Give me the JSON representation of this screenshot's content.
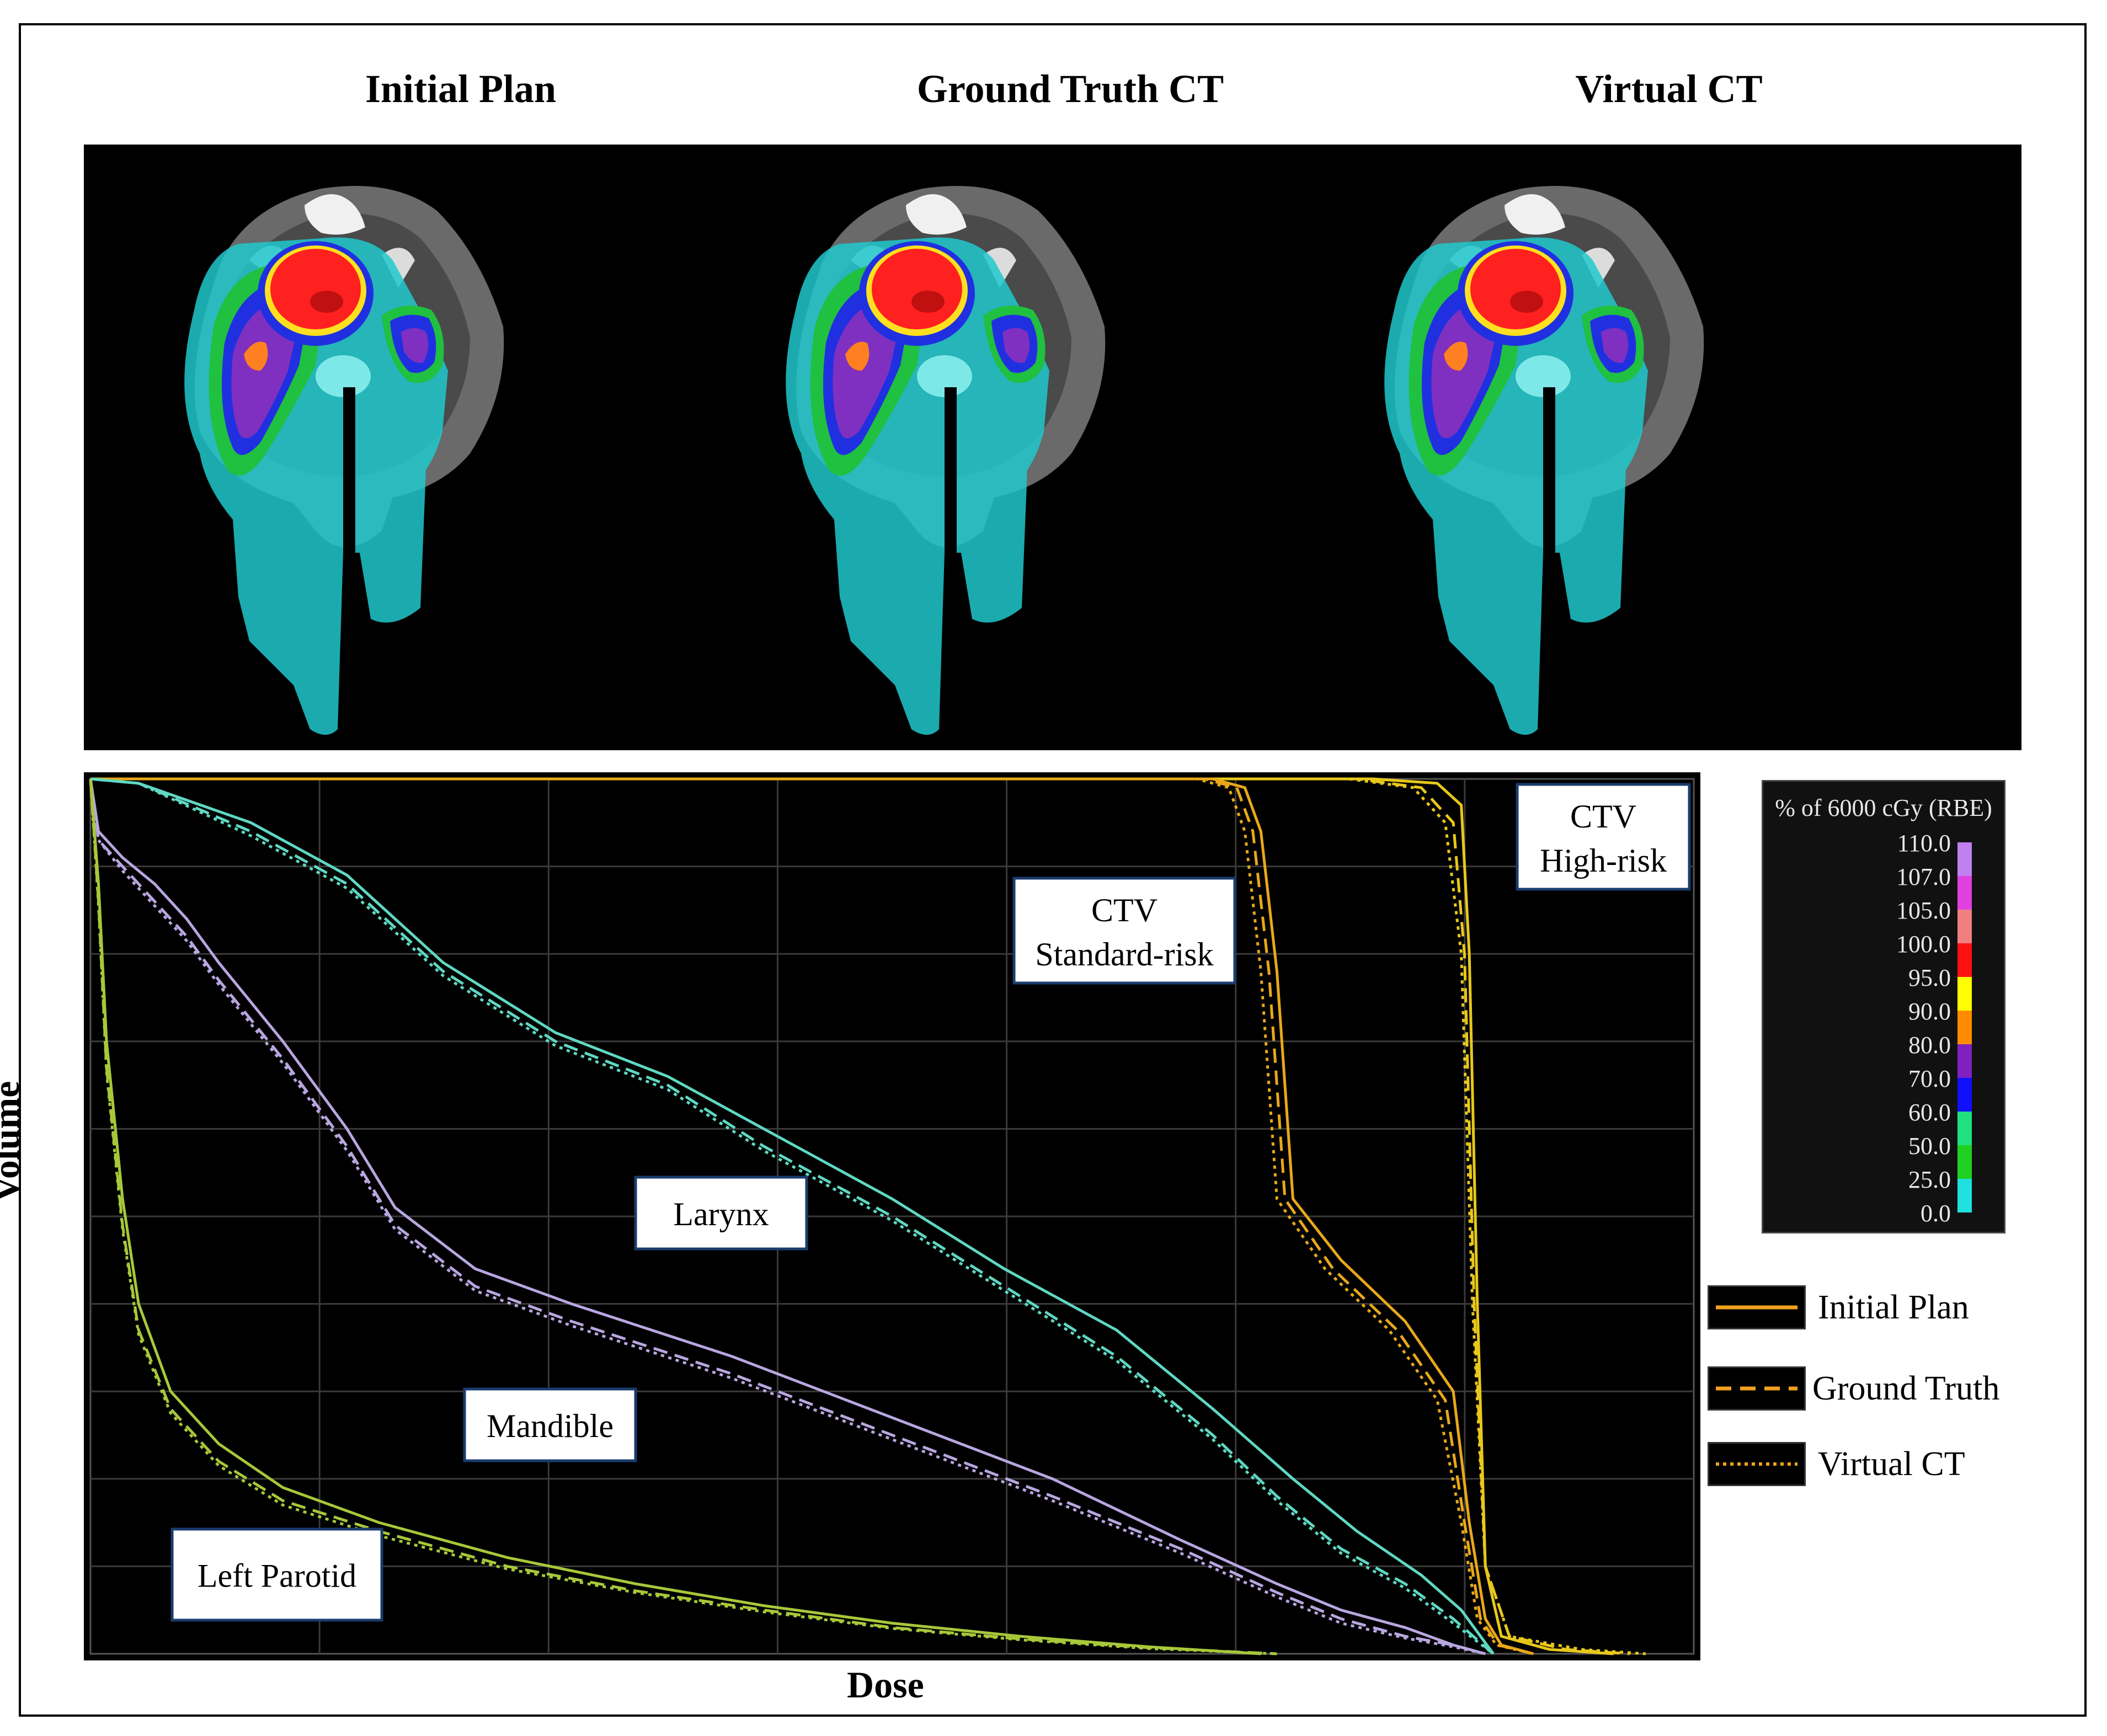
{
  "panels": [
    {
      "title": "Initial Plan"
    },
    {
      "title": "Ground Truth CT"
    },
    {
      "title": "Virtual CT"
    }
  ],
  "chart_data": {
    "type": "line",
    "xlabel": "Dose",
    "ylabel": "Volume",
    "xlim": [
      0,
      1
    ],
    "ylim": [
      0,
      1
    ],
    "grid": true,
    "structures": [
      {
        "label": "CTV High-risk",
        "color": "#e8c81a"
      },
      {
        "label": "CTV Standard-risk",
        "color": "#e8a81a"
      },
      {
        "label": "Larynx",
        "color": "#5fd8c2"
      },
      {
        "label": "Mandible",
        "color": "#b8a6e0"
      },
      {
        "label": "Left Parotid",
        "color": "#a8c83a"
      }
    ],
    "series": [
      {
        "name": "Initial Plan",
        "structure": "CTV High-risk",
        "style": "solid",
        "x": [
          0,
          0.8,
          0.84,
          0.855,
          0.86,
          0.865,
          0.87,
          0.88,
          0.91,
          0.95
        ],
        "y": [
          1,
          1,
          0.995,
          0.97,
          0.8,
          0.4,
          0.1,
          0.02,
          0.005,
          0
        ]
      },
      {
        "name": "Ground Truth",
        "structure": "CTV High-risk",
        "style": "dashed",
        "x": [
          0,
          0.79,
          0.83,
          0.85,
          0.857,
          0.863,
          0.87,
          0.885,
          0.92,
          0.96
        ],
        "y": [
          1,
          1,
          0.99,
          0.95,
          0.8,
          0.4,
          0.1,
          0.02,
          0.005,
          0
        ]
      },
      {
        "name": "Virtual CT",
        "structure": "CTV High-risk",
        "style": "dotted",
        "x": [
          0,
          0.785,
          0.825,
          0.845,
          0.855,
          0.862,
          0.87,
          0.885,
          0.93,
          0.97
        ],
        "y": [
          1,
          1,
          0.99,
          0.95,
          0.8,
          0.4,
          0.1,
          0.02,
          0.005,
          0
        ]
      },
      {
        "name": "Initial Plan",
        "structure": "CTV Standard-risk",
        "style": "solid",
        "x": [
          0,
          0.7,
          0.72,
          0.73,
          0.74,
          0.75,
          0.78,
          0.82,
          0.85,
          0.86,
          0.87,
          0.88,
          0.9
        ],
        "y": [
          1,
          1,
          0.99,
          0.94,
          0.78,
          0.52,
          0.45,
          0.38,
          0.3,
          0.15,
          0.04,
          0.01,
          0
        ]
      },
      {
        "name": "Ground Truth",
        "structure": "CTV Standard-risk",
        "style": "dashed",
        "x": [
          0,
          0.695,
          0.715,
          0.725,
          0.735,
          0.745,
          0.775,
          0.815,
          0.845,
          0.857,
          0.867,
          0.878,
          0.9
        ],
        "y": [
          1,
          1,
          0.99,
          0.94,
          0.78,
          0.52,
          0.44,
          0.37,
          0.29,
          0.15,
          0.04,
          0.01,
          0
        ]
      },
      {
        "name": "Virtual CT",
        "structure": "CTV Standard-risk",
        "style": "dotted",
        "x": [
          0,
          0.69,
          0.71,
          0.72,
          0.73,
          0.74,
          0.77,
          0.81,
          0.84,
          0.855,
          0.865,
          0.877,
          0.9
        ],
        "y": [
          1,
          1,
          0.99,
          0.94,
          0.78,
          0.52,
          0.44,
          0.37,
          0.29,
          0.15,
          0.04,
          0.01,
          0
        ]
      },
      {
        "name": "Initial Plan",
        "structure": "Larynx",
        "style": "solid",
        "x": [
          0,
          0.03,
          0.1,
          0.16,
          0.22,
          0.29,
          0.36,
          0.42,
          0.5,
          0.57,
          0.64,
          0.7,
          0.75,
          0.79,
          0.83,
          0.855,
          0.875
        ],
        "y": [
          1,
          0.995,
          0.95,
          0.89,
          0.79,
          0.71,
          0.66,
          0.6,
          0.52,
          0.44,
          0.37,
          0.28,
          0.2,
          0.14,
          0.09,
          0.05,
          0
        ]
      },
      {
        "name": "Ground Truth",
        "structure": "Larynx",
        "style": "dashed",
        "x": [
          0,
          0.03,
          0.1,
          0.16,
          0.22,
          0.29,
          0.36,
          0.42,
          0.5,
          0.57,
          0.64,
          0.7,
          0.74,
          0.78,
          0.82,
          0.85,
          0.875
        ],
        "y": [
          1,
          0.995,
          0.94,
          0.88,
          0.78,
          0.7,
          0.65,
          0.58,
          0.5,
          0.42,
          0.34,
          0.25,
          0.18,
          0.12,
          0.08,
          0.04,
          0
        ]
      },
      {
        "name": "Virtual CT",
        "structure": "Larynx",
        "style": "dotted",
        "x": [
          0,
          0.03,
          0.1,
          0.16,
          0.22,
          0.29,
          0.36,
          0.42,
          0.5,
          0.57,
          0.64,
          0.7,
          0.74,
          0.78,
          0.82,
          0.85,
          0.875
        ],
        "y": [
          1,
          0.995,
          0.935,
          0.875,
          0.775,
          0.695,
          0.645,
          0.575,
          0.495,
          0.415,
          0.335,
          0.245,
          0.175,
          0.115,
          0.075,
          0.035,
          0
        ]
      },
      {
        "name": "Initial Plan",
        "structure": "Mandible",
        "style": "solid",
        "x": [
          0,
          0.005,
          0.02,
          0.04,
          0.06,
          0.08,
          0.12,
          0.16,
          0.19,
          0.24,
          0.3,
          0.4,
          0.5,
          0.6,
          0.68,
          0.74,
          0.78,
          0.82,
          0.85,
          0.87
        ],
        "y": [
          1,
          0.94,
          0.91,
          0.88,
          0.84,
          0.79,
          0.7,
          0.6,
          0.51,
          0.44,
          0.4,
          0.34,
          0.27,
          0.2,
          0.13,
          0.08,
          0.05,
          0.03,
          0.01,
          0
        ]
      },
      {
        "name": "Ground Truth",
        "structure": "Mandible",
        "style": "dashed",
        "x": [
          0,
          0.005,
          0.02,
          0.04,
          0.06,
          0.08,
          0.12,
          0.16,
          0.19,
          0.24,
          0.3,
          0.4,
          0.5,
          0.6,
          0.68,
          0.74,
          0.78,
          0.82,
          0.85,
          0.87
        ],
        "y": [
          1,
          0.93,
          0.9,
          0.86,
          0.82,
          0.77,
          0.68,
          0.58,
          0.49,
          0.42,
          0.38,
          0.32,
          0.25,
          0.18,
          0.12,
          0.07,
          0.04,
          0.02,
          0.01,
          0
        ]
      },
      {
        "name": "Virtual CT",
        "structure": "Mandible",
        "style": "dotted",
        "x": [
          0,
          0.005,
          0.02,
          0.04,
          0.06,
          0.08,
          0.12,
          0.16,
          0.19,
          0.24,
          0.3,
          0.4,
          0.5,
          0.6,
          0.68,
          0.74,
          0.78,
          0.82,
          0.85,
          0.87
        ],
        "y": [
          1,
          0.93,
          0.895,
          0.855,
          0.815,
          0.765,
          0.675,
          0.575,
          0.485,
          0.415,
          0.375,
          0.315,
          0.245,
          0.175,
          0.115,
          0.065,
          0.035,
          0.018,
          0.008,
          0
        ]
      },
      {
        "name": "Initial Plan",
        "structure": "Left Parotid",
        "style": "solid",
        "x": [
          0,
          0.005,
          0.01,
          0.02,
          0.03,
          0.05,
          0.08,
          0.12,
          0.18,
          0.26,
          0.34,
          0.42,
          0.5,
          0.58,
          0.66,
          0.73
        ],
        "y": [
          1,
          0.88,
          0.7,
          0.52,
          0.4,
          0.3,
          0.24,
          0.19,
          0.15,
          0.11,
          0.08,
          0.055,
          0.035,
          0.02,
          0.008,
          0
        ]
      },
      {
        "name": "Ground Truth",
        "structure": "Left Parotid",
        "style": "dashed",
        "x": [
          0,
          0.005,
          0.01,
          0.02,
          0.03,
          0.05,
          0.08,
          0.12,
          0.18,
          0.26,
          0.34,
          0.42,
          0.5,
          0.58,
          0.66,
          0.74
        ],
        "y": [
          1,
          0.86,
          0.67,
          0.49,
          0.37,
          0.28,
          0.22,
          0.175,
          0.14,
          0.1,
          0.072,
          0.05,
          0.03,
          0.017,
          0.007,
          0
        ]
      },
      {
        "name": "Virtual CT",
        "structure": "Left Parotid",
        "style": "dotted",
        "x": [
          0,
          0.005,
          0.01,
          0.02,
          0.03,
          0.05,
          0.08,
          0.12,
          0.18,
          0.26,
          0.34,
          0.42,
          0.5,
          0.58,
          0.66,
          0.74
        ],
        "y": [
          1,
          0.855,
          0.665,
          0.485,
          0.365,
          0.275,
          0.215,
          0.17,
          0.135,
          0.097,
          0.07,
          0.048,
          0.029,
          0.016,
          0.006,
          0
        ]
      }
    ],
    "annotations": [
      {
        "label": "CTV",
        "label2": "High-risk"
      },
      {
        "label": "CTV",
        "label2": "Standard-risk"
      },
      {
        "label": "Larynx"
      },
      {
        "label": "Mandible"
      },
      {
        "label": "Left Parotid"
      }
    ],
    "legend": [
      {
        "label": "Initial Plan",
        "style": "solid",
        "color": "#f0a020"
      },
      {
        "label": "Ground Truth",
        "style": "dashed",
        "color": "#f0a020"
      },
      {
        "label": "Virtual CT",
        "style": "dotted",
        "color": "#f0a020"
      }
    ]
  },
  "colorbar": {
    "title": "% of 6000 cGy (RBE)",
    "levels": [
      {
        "label": "110.0",
        "color": "#c080f0"
      },
      {
        "label": "107.0",
        "color": "#e040e0"
      },
      {
        "label": "105.0",
        "color": "#f08080"
      },
      {
        "label": "100.0",
        "color": "#ff1010"
      },
      {
        "label": "95.0",
        "color": "#ffff00"
      },
      {
        "label": "90.0",
        "color": "#ff8c00"
      },
      {
        "label": "80.0",
        "color": "#8020c0"
      },
      {
        "label": "70.0",
        "color": "#1010ff"
      },
      {
        "label": "60.0",
        "color": "#20e080"
      },
      {
        "label": "50.0",
        "color": "#20d020"
      },
      {
        "label": "25.0",
        "color": "#20e0e0"
      },
      {
        "label": "0.0",
        "color": "#111111"
      }
    ]
  }
}
